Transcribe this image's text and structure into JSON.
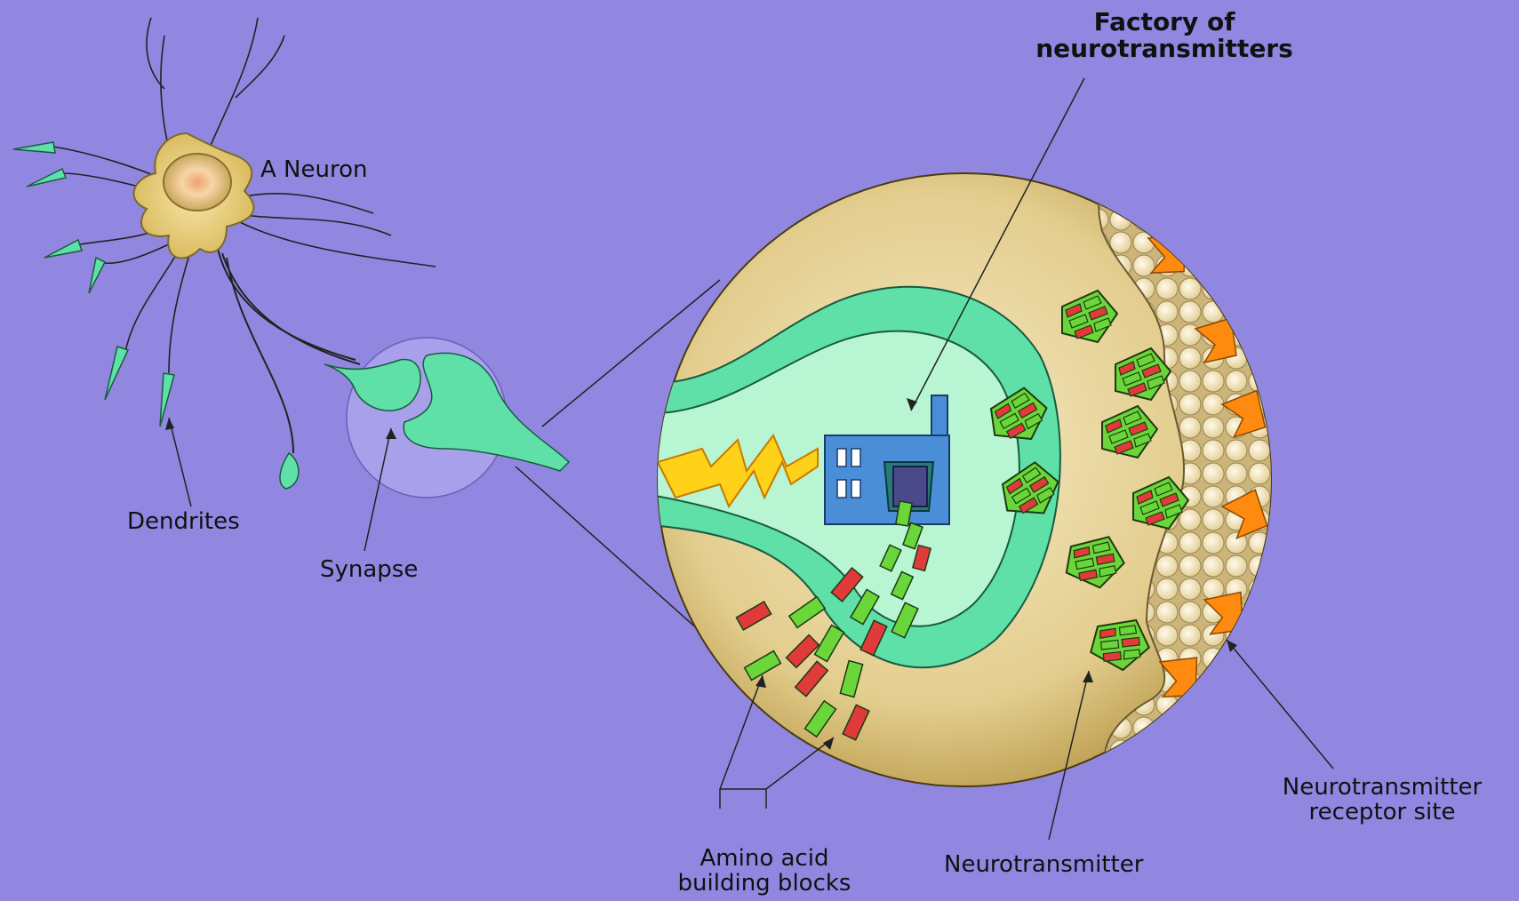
{
  "labels": {
    "neuron": "A Neuron",
    "dendrites": "Dendrites",
    "synapse": "Synapse",
    "factory_line1": "Factory of",
    "factory_line2": "neurotransmitters",
    "amino_line1": "Amino acid",
    "amino_line2": "building blocks",
    "neurotransmitter": "Neurotransmitter",
    "receptor_line1": "Neurotransmitter",
    "receptor_line2": "receptor site"
  },
  "colors": {
    "background": "#9187e0",
    "cell_body": "#f0d98a",
    "neuron_teal": "#5ee0a8",
    "interior_light": "#b8f5d2",
    "bulb": "#e8d49a",
    "receptor_orange": "#ff8a10",
    "block_red": "#e03a3a",
    "block_green": "#6ad63a",
    "factory_blue": "#4a8ed8",
    "lightning": "#ffd21a"
  },
  "icons": [
    "neuron-icon",
    "synapse-icon",
    "factory-icon",
    "lightning-icon",
    "amino-block-icon",
    "neurotransmitter-icon",
    "receptor-icon",
    "vesicle-icon"
  ]
}
